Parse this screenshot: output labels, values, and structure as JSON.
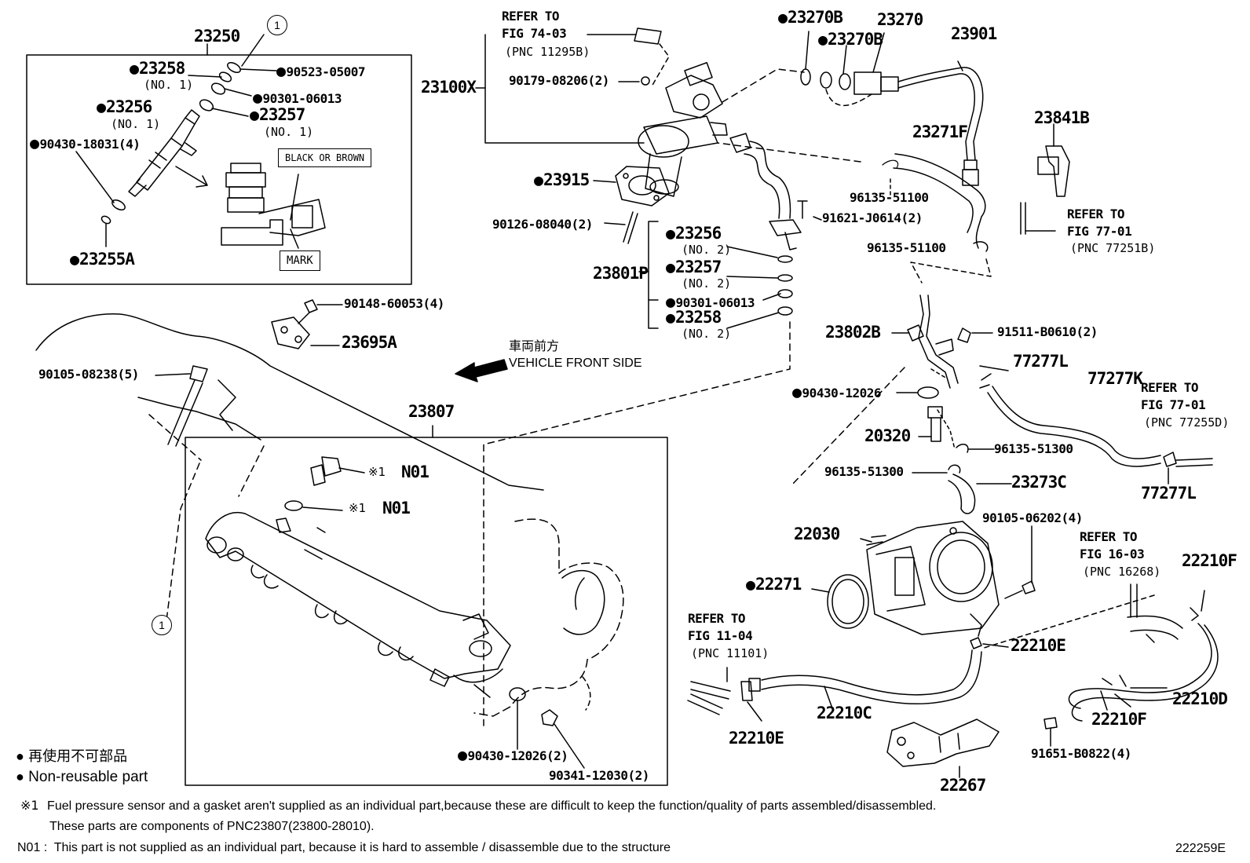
{
  "diagram_code": "222259E",
  "circle_ref": "1",
  "injector_group": {
    "title": "23250",
    "p23258": "23258",
    "p23258_sub": "(NO. 1)",
    "p90523": "90523-05007",
    "p90301": "90301-06013",
    "p23256": "23256",
    "p23256_sub": "(NO. 1)",
    "p23257": "23257",
    "p23257_sub": "(NO. 1)",
    "p90430": "90430-18031(4)",
    "p23255A": "23255A",
    "black_or_brown": "BLACK OR BROWN",
    "mark": "MARK"
  },
  "pump": {
    "refer_line1": "REFER TO",
    "refer_line2": "FIG 74-03",
    "refer_line3": "(PNC 11295B)",
    "p23100X": "23100X",
    "p90179": "90179-08206(2)",
    "p23915": "23915",
    "p90126": "90126-08040(2)",
    "p23801P": "23801P",
    "p23256": "23256",
    "p23256_sub": "(NO. 2)",
    "p23257": "23257",
    "p23257_sub": "(NO. 2)",
    "p90301": "90301-06013",
    "p23258": "23258",
    "p23258_sub": "(NO. 2)",
    "p91621": "91621-J0614(2)",
    "p96135a": "96135-51100",
    "p96135b": "96135-51100"
  },
  "regulator": {
    "p23270B_a": "23270B",
    "p23270": "23270",
    "p23270B_b": "23270B",
    "p23901": "23901",
    "p23271F": "23271F",
    "p23841B": "23841B",
    "refer_line1": "REFER TO",
    "refer_line2": "FIG 77-01",
    "refer_line3": "(PNC 77251B)"
  },
  "rail": {
    "p90148": "90148-60053(4)",
    "p23695A": "23695A",
    "front_jp": "車両前方",
    "front_en": "VEHICLE FRONT SIDE",
    "p90105": "90105-08238(5)",
    "p23807": "23807",
    "n01_mark": "※1",
    "n01": "N01",
    "p90430": "90430-12026(2)",
    "p90341": "90341-12030(2)"
  },
  "right_mid": {
    "p23802B": "23802B",
    "p91511": "91511-B0610(2)",
    "p90430": "90430-12026",
    "p77277L_a": "77277L",
    "p77277K": "77277K",
    "refer_line1": "REFER TO",
    "refer_line2": "FIG 77-01",
    "refer_line3": "(PNC 77255D)",
    "p20320": "20320",
    "p96135_513a": "96135-51300",
    "p96135_513b": "96135-51300",
    "p23273C": "23273C",
    "p77277L_b": "77277L"
  },
  "throttle": {
    "p22030": "22030",
    "p90105": "90105-06202(4)",
    "refer_a1": "REFER TO",
    "refer_a2": "FIG 16-03",
    "refer_a3": "(PNC 16268)",
    "p22210F_a": "22210F",
    "p22271": "22271",
    "refer_b1": "REFER TO",
    "refer_b2": "FIG 11-04",
    "refer_b3": "(PNC 11101)",
    "p22210E_a": "22210E",
    "p22210C": "22210C",
    "p22210D": "22210D",
    "p22210F_b": "22210F",
    "p22210E_b": "22210E",
    "p91651": "91651-B0822(4)",
    "p22267": "22267"
  },
  "legend": {
    "jp": "再使用不可部品",
    "en": "Non-reusable part"
  },
  "footnotes": {
    "n1_mark": "※1",
    "n1_line1": "Fuel pressure sensor and a gasket aren't supplied as an individual part,because these are difficult to keep the function/quality of parts assembled/disassembled.",
    "n1_line2": "These parts are components of PNC23807(23800-28010).",
    "n01_label": "N01 :",
    "n01_text": "This part is not supplied as an individual part, because it is hard to assemble / disassemble due to the structure"
  }
}
